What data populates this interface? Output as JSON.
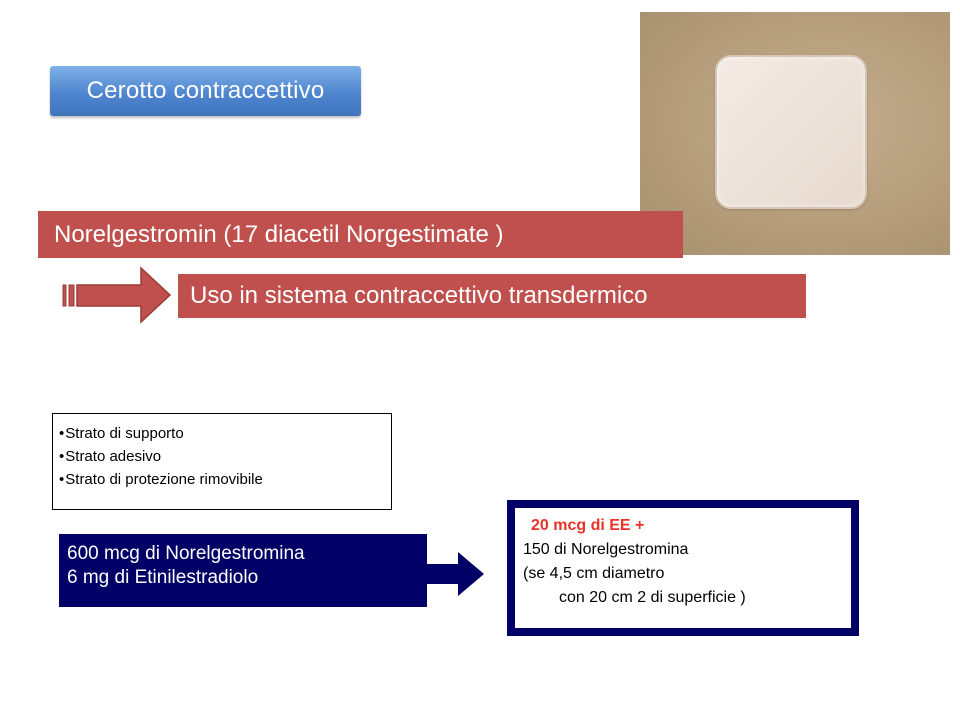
{
  "title": "Cerotto contraccettivo",
  "banner_compound": "Norelgestromin (17 diacetil Norgestimate )",
  "banner_use": "Uso in sistema contraccettivo transdermico",
  "layers": [
    "Strato di supporto",
    "Strato adesivo",
    "Strato di protezione rimovibile"
  ],
  "dose": {
    "line1": "600 mcg di Norelgestromina",
    "line2": "6 mg di Etinilestradiolo"
  },
  "release": {
    "line1": "20 mcg di EE +",
    "line2": "150 di Norelgestromina",
    "line3": "(se  4,5 cm diametro",
    "line4": "con 20 cm 2 di superficie )"
  },
  "colors": {
    "banner_red": "#c0504d",
    "navy": "#000066",
    "highlight_red": "#e8322a",
    "title_blue": "#4f86cf"
  },
  "icons": {
    "arrow_red": "striped-right-arrow-icon",
    "arrow_navy": "striped-right-arrow-icon"
  }
}
